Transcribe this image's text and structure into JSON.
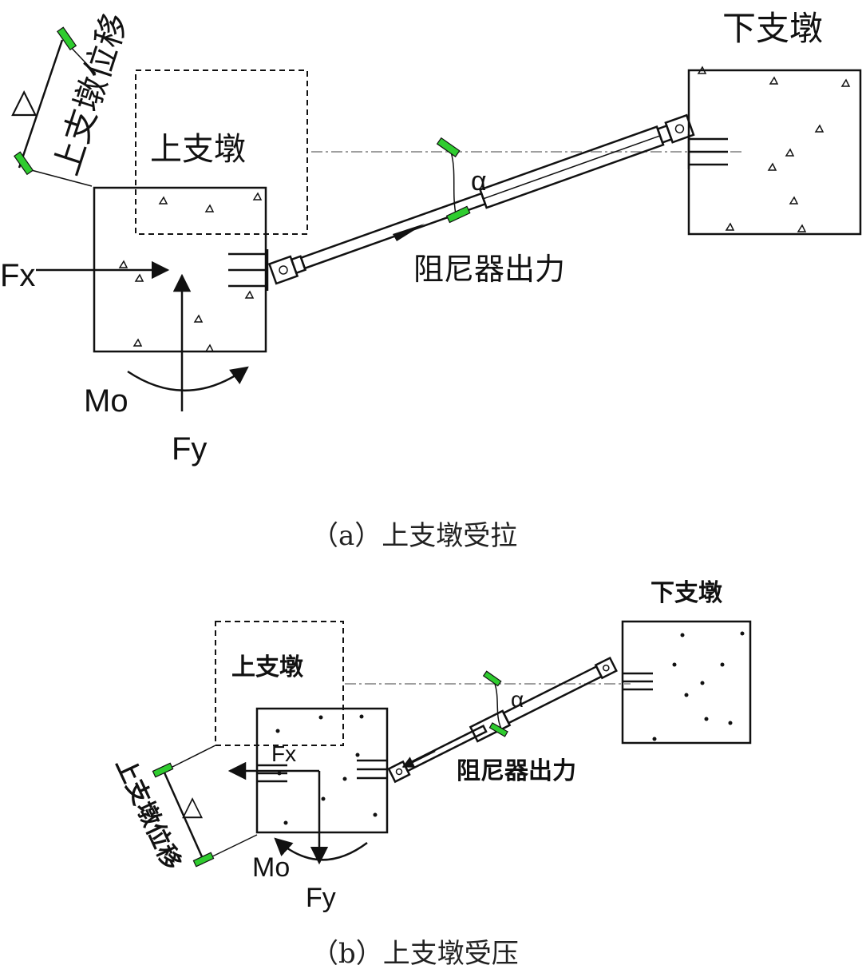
{
  "panel_a": {
    "caption": "（a）上支墩受拉",
    "upper_pier": "上支墩",
    "lower_pier": "下支墩",
    "displacement_label": "上支墩位移",
    "delta": "△",
    "damper_force": "阻尼器出力",
    "theta": "α",
    "fx": "Fx",
    "fy": "Fy",
    "mo": "Mo"
  },
  "panel_b": {
    "caption": "（b）上支墩受压",
    "upper_pier": "上支墩",
    "lower_pier": "下支墩",
    "displacement_label": "上支墩位移",
    "delta": "△",
    "damper_force": "阻尼器出力",
    "theta": "α",
    "fx": "Fx",
    "fy": "Fy",
    "mo": "Mo"
  },
  "colors": {
    "marker": "#2fcc2f",
    "line": "#111111"
  }
}
